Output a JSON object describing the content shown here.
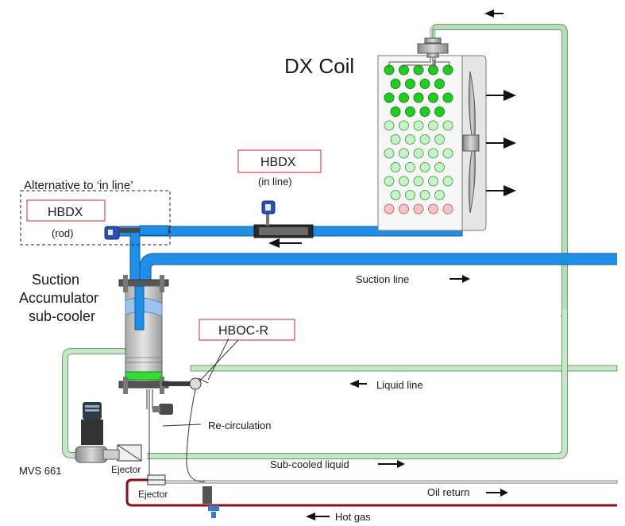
{
  "labels": {
    "dx_coil": "DX Coil",
    "alt_title": "Alternative to ‘in line’",
    "hbdx_rod_tag": "HBDX",
    "hbdx_rod_sub": "(rod)",
    "hbdx_inline_tag": "HBDX",
    "hbdx_inline_sub": "(in line)",
    "accum_1": "Suction",
    "accum_2": "Accumulator",
    "accum_3": "sub-cooler",
    "hboc_tag": "HBOC-R",
    "suction_line": "Suction line",
    "liquid_line": "Liquid line",
    "recirculation": "Re-circulation",
    "subcooled": "Sub-cooled liquid",
    "oil_return": "Oil return",
    "hot_gas": "Hot gas",
    "mvs": "MVS 661",
    "ejector_1": "Ejector",
    "ejector_2": "Ejector"
  },
  "colors": {
    "suction_pipe": "#1f8fe6",
    "liquid_pipe": "#c8e6c8",
    "hot_gas_pipe": "#8a1010",
    "tag_border": "#d62020",
    "tube_dark": "#22cc22",
    "tube_light": "#c8f2c8",
    "tube_pink": "#f3c6c6"
  },
  "coil_rows": [
    "dark",
    "dark",
    "dark",
    "dark",
    "light",
    "light",
    "light",
    "light",
    "light",
    "light",
    "pink"
  ]
}
